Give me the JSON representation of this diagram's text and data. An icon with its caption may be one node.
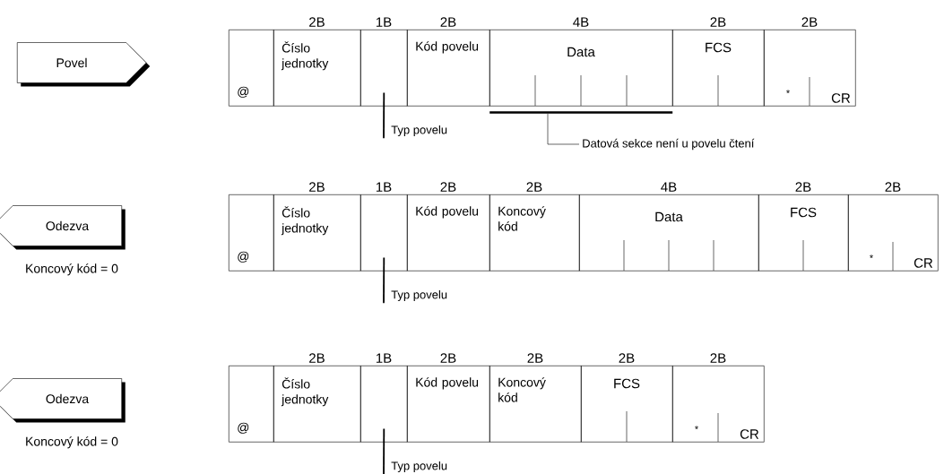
{
  "diagram": {
    "nodes": [
      {
        "text": [
          "Povel"
        ]
      },
      {
        "text": [
          "@"
        ]
      },
      {
        "text": [
          "Číslo jednotky"
        ],
        "beside": [
          "2B"
        ]
      },
      {
        "text": [],
        "shape": "box",
        "beside": [
          "1B"
        ]
      },
      {
        "text": [
          "Kód povelu"
        ],
        "beside": [
          "2B"
        ]
      },
      {
        "text": [
          "Data"
        ],
        "beside": [
          "4B"
        ]
      },
      {
        "text": [
          "FCS"
        ],
        "beside": [
          "2B"
        ]
      },
      {
        "text": [
          "*",
          "CR"
        ],
        "beside": [
          "2B"
        ]
      },
      {
        "text": [
          "Typ povelu"
        ]
      },
      {
        "text": [],
        "shape": "bar"
      },
      {
        "text": [
          "Datová sekce není u povelu čtení"
        ]
      },
      {
        "text": [
          "Odezva"
        ],
        "beside": [
          "Koncový kód = 0"
        ]
      },
      {
        "text": [
          "@"
        ]
      },
      {
        "text": [
          "Číslo jednotky"
        ],
        "beside": [
          "2B"
        ]
      },
      {
        "text": [],
        "shape": "box",
        "beside": [
          "1B"
        ]
      },
      {
        "text": [
          "Kód povelu"
        ],
        "beside": [
          "2B"
        ]
      },
      {
        "text": [
          "Koncový kód"
        ],
        "beside": [
          "2B"
        ]
      },
      {
        "text": [
          "Data"
        ],
        "beside": [
          "4B"
        ]
      },
      {
        "text": [
          "FCS"
        ],
        "beside": [
          "2B"
        ]
      },
      {
        "text": [
          "*",
          "CR"
        ],
        "beside": [
          "2B"
        ]
      },
      {
        "text": [
          "Typ povelu"
        ]
      },
      {
        "text": [
          "Odezva"
        ],
        "beside": [
          "Koncový kód = 0"
        ]
      },
      {
        "text": [
          "@"
        ]
      },
      {
        "text": [
          "Číslo jednotky"
        ],
        "beside": [
          "2B"
        ]
      },
      {
        "text": [],
        "shape": "box",
        "beside": [
          "1B"
        ]
      },
      {
        "text": [
          "Kód povelu"
        ],
        "beside": [
          "2B"
        ]
      },
      {
        "text": [
          "Koncový kód"
        ],
        "beside": [
          "2B"
        ]
      },
      {
        "text": [
          "FCS"
        ],
        "beside": [
          "2B"
        ]
      },
      {
        "text": [
          "*",
          "CR"
        ],
        "beside": [
          "2B"
        ]
      },
      {
        "text": [
          "Typ povelu"
        ]
      }
    ],
    "edges": [
      {
        "from": 8,
        "to": 3,
        "arrow": "none"
      },
      {
        "from": 10,
        "to": 9,
        "arrow": "none"
      },
      {
        "from": 20,
        "to": 14,
        "arrow": "none"
      },
      {
        "from": 29,
        "to": 24,
        "arrow": "none"
      }
    ]
  }
}
